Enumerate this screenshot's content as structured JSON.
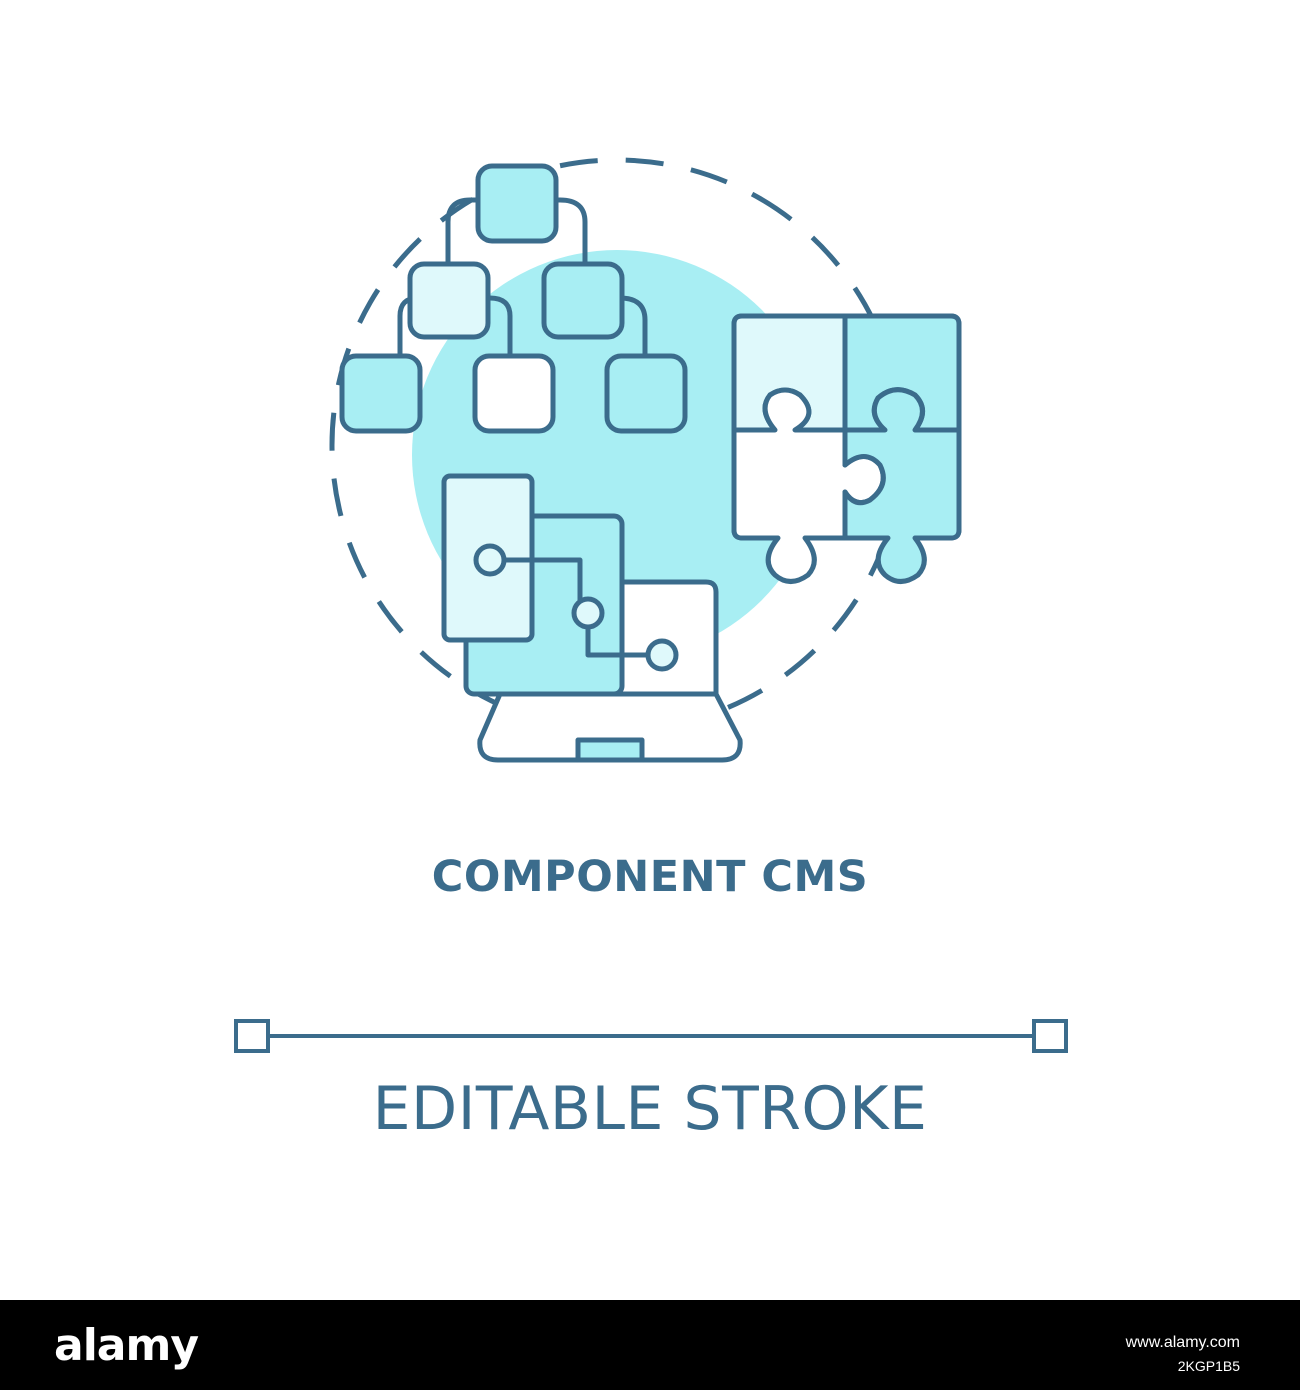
{
  "title": "COMPONENT CMS",
  "stroke_label": "EDITABLE STROKE",
  "footer": {
    "logo": "alamy",
    "link": "www.alamy.com",
    "image_id": "2KGP1B5"
  },
  "colors": {
    "stroke": "#3b6c8c",
    "fill_light": "#a8eef3",
    "fill_pale": "#dff9fb",
    "background": "#ffffff",
    "footer_bg": "#000000"
  },
  "icons": {
    "illustration": "component-cms-icon",
    "hierarchy": "hierarchy-tree-icon",
    "puzzle": "puzzle-icon",
    "laptop": "laptop-icon"
  }
}
